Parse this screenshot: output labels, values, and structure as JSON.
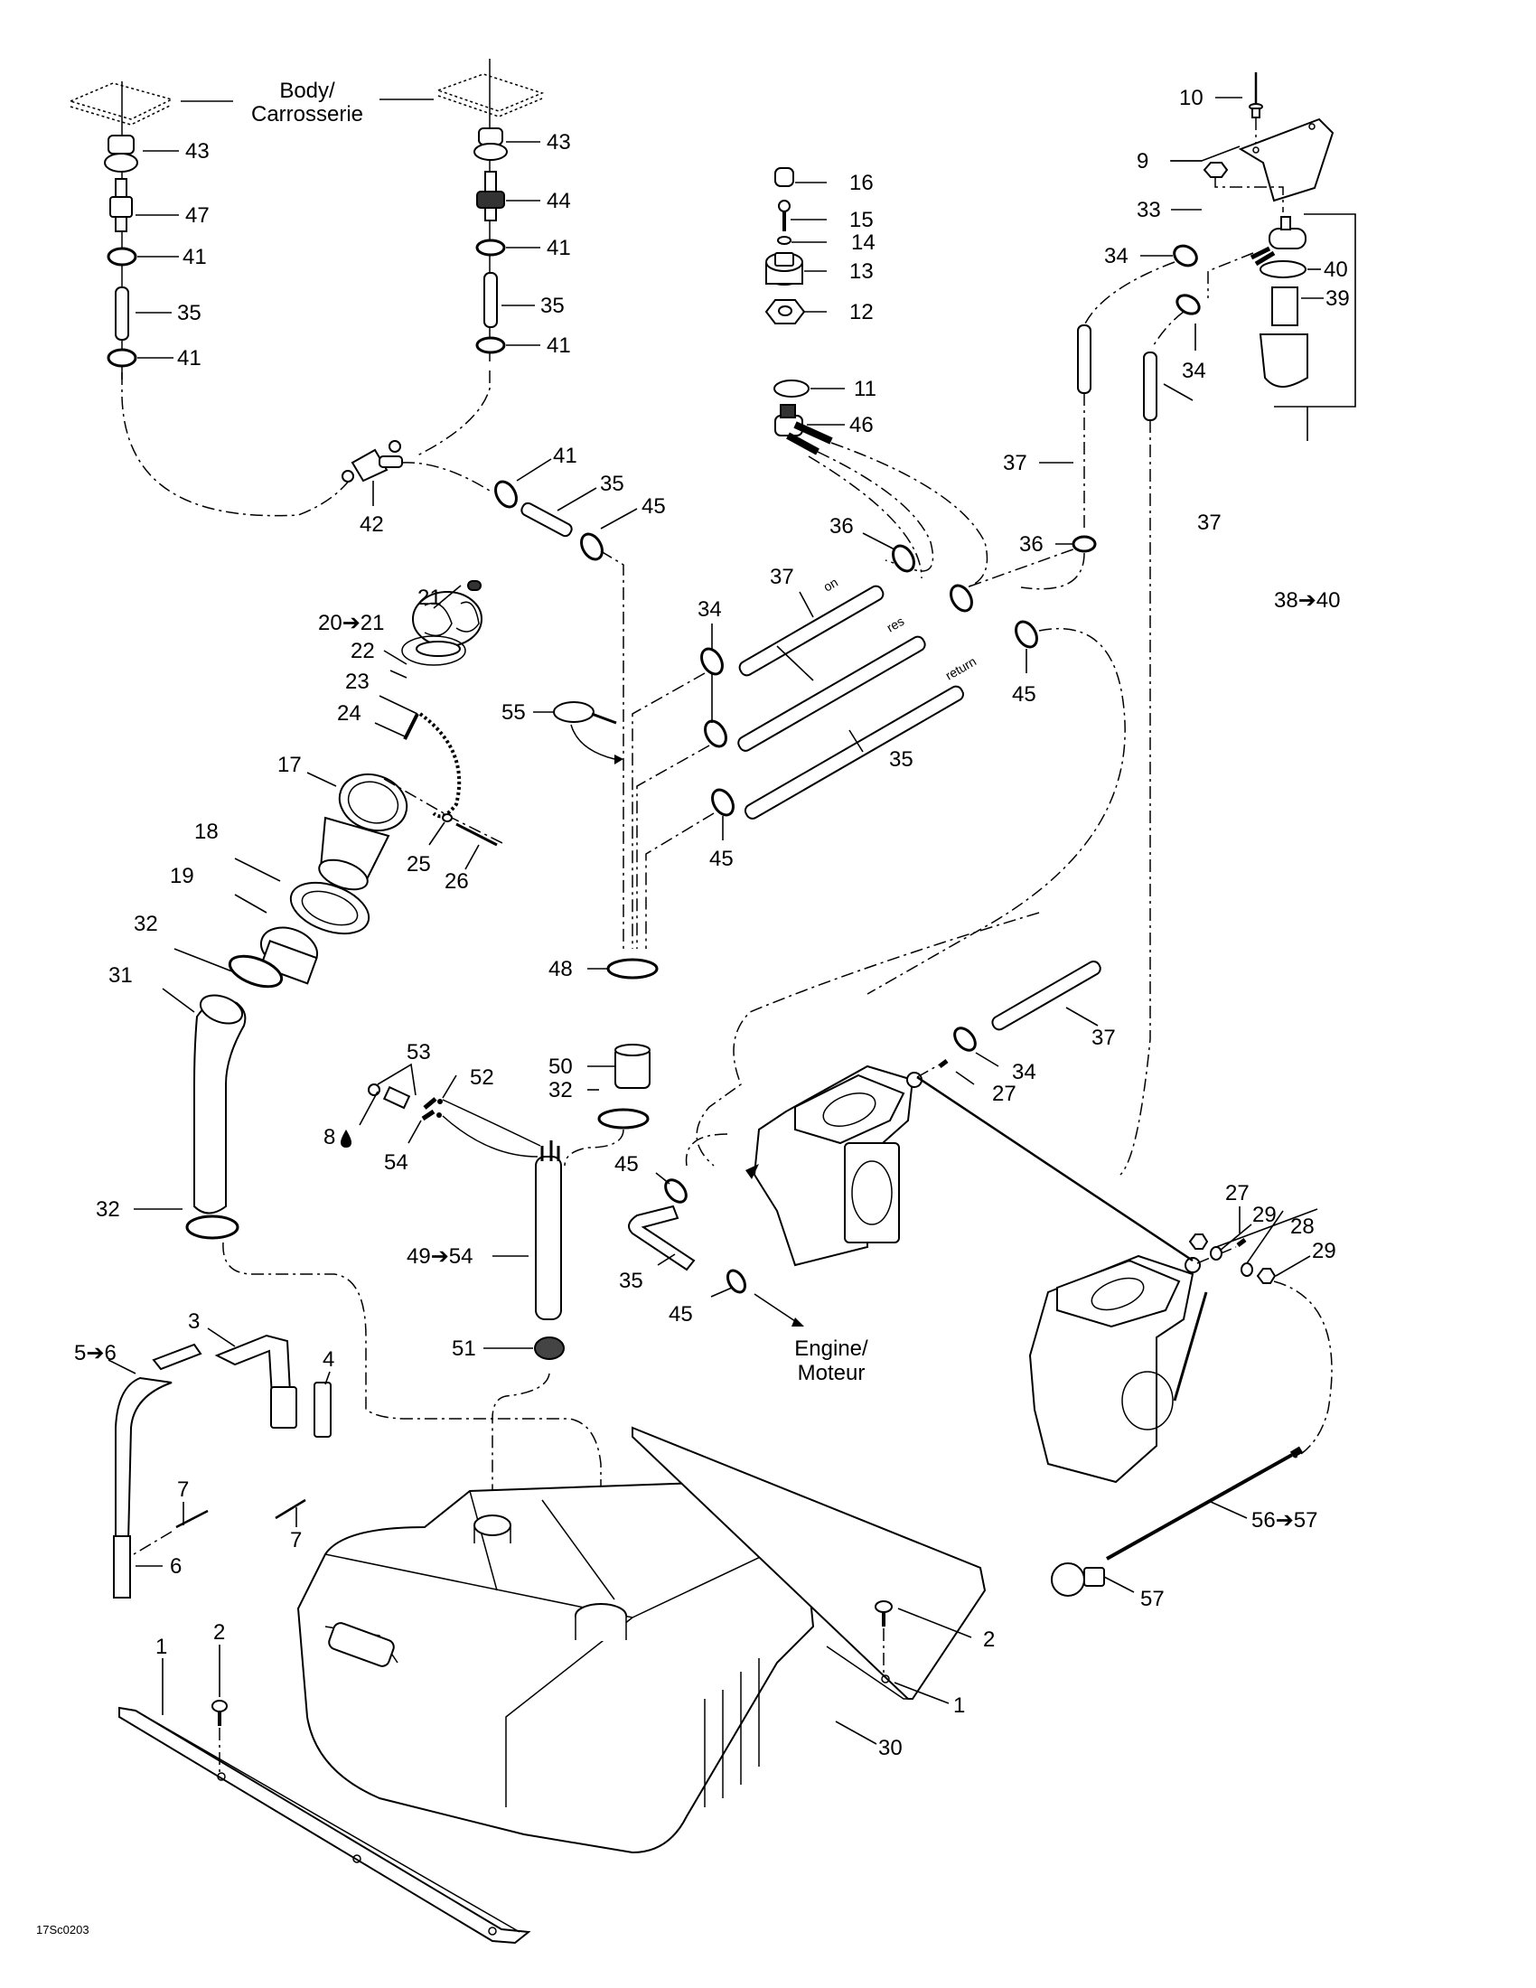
{
  "diagram": {
    "drawing_code": "17Sc0203",
    "annotations": {
      "body": [
        "Body/",
        "Carrosserie"
      ],
      "engine": [
        "Engine/",
        "Moteur"
      ]
    },
    "tube_markings": {
      "on": "on",
      "res": "res",
      "return": "return"
    },
    "callouts": {
      "c43a": "43",
      "c47": "47",
      "c41a": "41",
      "c35a": "35",
      "c41b": "41",
      "c43b": "43",
      "c44": "44",
      "c41c": "41",
      "c35b": "35",
      "c41d": "41",
      "c42": "42",
      "c41e": "41",
      "c35c": "35",
      "c45a": "45",
      "c16": "16",
      "c15": "15",
      "c14": "14",
      "c13": "13",
      "c12": "12",
      "c11": "11",
      "c46": "46",
      "c10": "10",
      "c9": "9",
      "c33": "33",
      "c40": "40",
      "c39": "39",
      "c34a": "34",
      "c34b": "34",
      "c37a": "37",
      "c37b": "37",
      "c36a": "36",
      "c38_40": "38➔40",
      "c21": "21",
      "c20_21": "20➔21",
      "c22": "22",
      "c23": "23",
      "c24": "24",
      "c17": "17",
      "c25": "25",
      "c26": "26",
      "c18": "18",
      "c19": "19",
      "c32a": "32",
      "c31": "31",
      "c32b": "32",
      "c55": "55",
      "c36b": "36",
      "c37c": "37",
      "c34c": "34",
      "c45b": "45",
      "c35d": "35",
      "c45c": "45",
      "c48": "48",
      "c50": "50",
      "c32c": "32",
      "c53": "53",
      "c52": "52",
      "c8": "8",
      "c54": "54",
      "c49_54": "49➔54",
      "c51": "51",
      "c37d": "37",
      "c34d": "34",
      "c27a": "27",
      "c45d": "45",
      "c35e": "35",
      "c45e": "45",
      "c27b": "27",
      "c29a": "29",
      "c28": "28",
      "c29b": "29",
      "c56_57": "56➔57",
      "c57": "57",
      "c3": "3",
      "c5_6": "5➔6",
      "c4": "4",
      "c7a": "7",
      "c7b": "7",
      "c6": "6",
      "c2a": "2",
      "c1a": "1",
      "c2b": "2",
      "c1b": "1",
      "c30": "30"
    }
  }
}
